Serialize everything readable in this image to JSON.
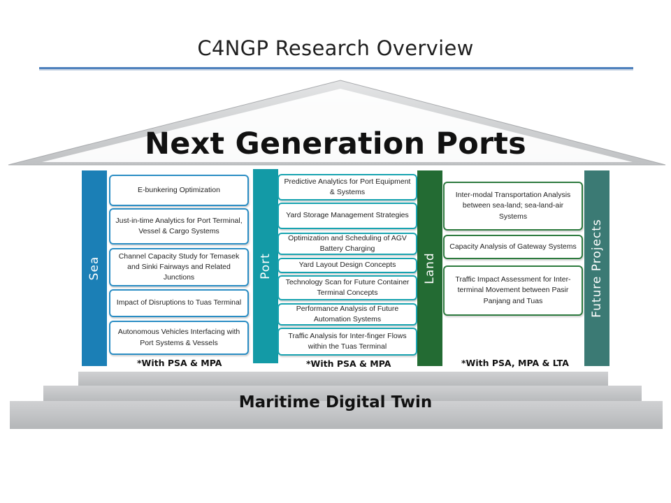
{
  "title": "C4NGP Research Overview",
  "roof_label": "Next Generation Ports",
  "base_label": "Maritime Digital Twin",
  "colors": {
    "sea": "#1b7fb6",
    "port": "#139aa6",
    "land": "#236b33",
    "future": "#3b7a74",
    "roof": "#bcbec0",
    "base": "#bcbec0",
    "title_rule": "#4f81bd"
  },
  "pillars": {
    "sea": "Sea",
    "port": "Port",
    "land": "Land",
    "future": "Future Projects"
  },
  "sea_items": [
    "E-bunkering Optimization",
    "Just-in-time Analytics for Port Terminal, Vessel & Cargo Systems",
    "Channel Capacity Study for Temasek and Sinki Fairways and Related Junctions",
    "Impact of Disruptions to Tuas Terminal",
    "Autonomous Vehicles Interfacing with Port Systems & Vessels"
  ],
  "port_items": [
    "Predictive Analytics for Port Equipment & Systems",
    "Yard Storage Management Strategies",
    "Optimization and Scheduling of AGV Battery Charging",
    "Yard Layout Design Concepts",
    "Technology Scan for Future Container Terminal Concepts",
    "Performance Analysis of Future Automation Systems",
    "Traffic Analysis for Inter-finger Flows within the Tuas Terminal"
  ],
  "land_items": [
    "Inter-modal Transportation Analysis between sea-land; sea-land-air Systems",
    "Capacity Analysis of Gateway Systems",
    "Traffic Impact Assessment for Inter-terminal Movement between Pasir Panjang and Tuas"
  ],
  "notes": {
    "sea": "*With PSA & MPA",
    "port": "*With PSA & MPA",
    "land": "*With PSA, MPA & LTA"
  }
}
